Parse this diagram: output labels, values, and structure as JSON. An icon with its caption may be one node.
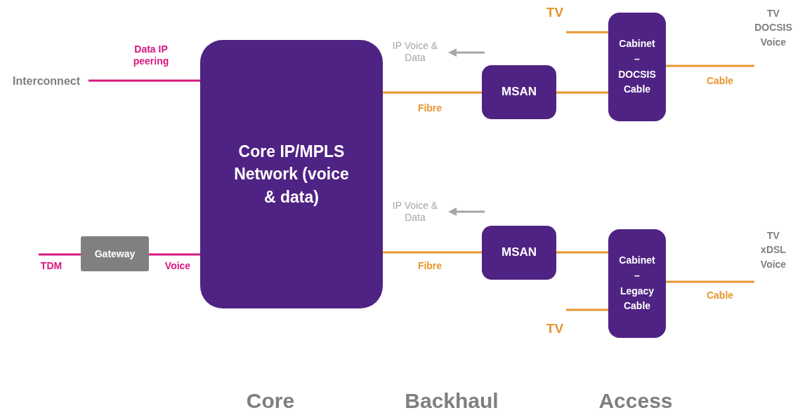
{
  "diagram": {
    "nodes": [
      {
        "text": [
          "Core IP/MPLS Network (voice & data)"
        ]
      },
      {
        "text": [
          "Interconnect"
        ]
      },
      {
        "text": [
          "Gateway"
        ]
      },
      {
        "text": [
          "MSAN"
        ]
      },
      {
        "text": [
          "Cabinet – DOCSIS Cable"
        ]
      },
      {
        "text": [
          "TV"
        ]
      },
      {
        "text": [
          "TV DOCSIS Voice"
        ]
      },
      {
        "text": [
          "MSAN"
        ]
      },
      {
        "text": [
          "Cabinet – Legacy Cable"
        ]
      },
      {
        "text": [
          "TV"
        ]
      },
      {
        "text": [
          "TV xDSL Voice"
        ]
      }
    ],
    "edges": [
      {
        "from": 1,
        "to": 0,
        "arrow": "none",
        "label": "Data IP peering",
        "color": "#d6187f"
      },
      {
        "from": null,
        "to": 2,
        "arrow": "none",
        "label": "TDM",
        "color": "#d6187f"
      },
      {
        "from": 2,
        "to": 0,
        "arrow": "none",
        "label": "Voice",
        "color": "#d6187f"
      },
      {
        "from": 0,
        "to": 3,
        "arrow": "none",
        "label": "Fibre"
      },
      {
        "from": 3,
        "to": 4,
        "arrow": "none"
      },
      {
        "from": 5,
        "to": 4,
        "arrow": "none"
      },
      {
        "from": 4,
        "to": 6,
        "arrow": "none",
        "label": "Cable"
      },
      {
        "from": 0,
        "to": 7,
        "arrow": "none",
        "label": "Fibre"
      },
      {
        "from": 7,
        "to": 8,
        "arrow": "none"
      },
      {
        "from": 9,
        "to": 8,
        "arrow": "none"
      },
      {
        "from": 8,
        "to": 10,
        "arrow": "none",
        "label": "Cable"
      }
    ],
    "labels": [
      "IP Voice & Data",
      "IP Voice & Data",
      "Core",
      "Backhaul",
      "Access"
    ]
  }
}
